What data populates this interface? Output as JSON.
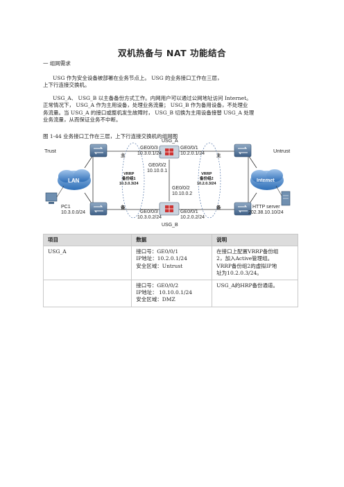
{
  "doc": {
    "title": "双机热备与 NAT 功能结合",
    "section": "一   组网需求",
    "para1": [
      "USG 作为安全设备被部署在业务节点上。 USG 的业务接口工作在三层，",
      "上下行连接交换机。"
    ],
    "para2": [
      "USG_A、 USG_B 以主备备份方式工作。内网用户可以通过公网地址访问 Internet。",
      "正常情况下， USG_A 作为主用设备，处理业务流量； USG_B 作为备用设备，不处理业",
      "务流量。当 USG_A 的接口或整机发生故障时， USG_B 切换为主用设备接替 USG_A 处理",
      "业务流量，从而保证业务不中断。"
    ],
    "caption": "图 1-44 业务接口工作在三层，上下行连接交换机的组网图"
  },
  "diagram": {
    "usg_a": "USG_A",
    "usg_b": "USG_B",
    "trust": "Trust",
    "untrust": "Untrust",
    "lan": "LAN",
    "internet": "Internet",
    "pc1": "PC1",
    "pc1_net": "10.3.0.0/24",
    "http_server": "HTTP server",
    "http_ip": "202.38.10.10/24",
    "a_ge003": "GE0/0/3",
    "a_ge003_ip": "10.3.0.1/24",
    "a_ge001": "GE0/0/1",
    "a_ge001_ip": "10.2.0.1/24",
    "a_ge002": "GE0/0/2",
    "a_ge002_ip": "10.10.0.1",
    "b_ge002": "GE0/0/2",
    "b_ge002_ip": "10.10.0.2",
    "b_ge003": "GE0/0/3",
    "b_ge003_ip": "10.3.0.2/24",
    "b_ge001": "GE0/0/1",
    "b_ge001_ip": "10.2.0.2/24",
    "vrrp1": [
      "VRRP",
      "备份组1",
      "10.3.0.3/24"
    ],
    "vrrp2": [
      "VRRP",
      "备份组2",
      "10.2.0.3/24"
    ],
    "master": "主",
    "backup": "备"
  },
  "table": {
    "headers": [
      "项目",
      "数据",
      "说明"
    ],
    "rows": [
      {
        "item": "USG_A",
        "data": [
          "接口号：GE0/0/1",
          "IP地址：10.2.0.1/24",
          "安全区域：Untrust"
        ],
        "desc": [
          "在接口上配置VRRP备份组",
          "2，加入Active管理组。",
          "VRRP备份组2的虚拟IP地",
          "址为10.2.0.3/24。"
        ]
      },
      {
        "item": "",
        "data": [
          "接口号：GE0/0/2",
          "IP地址： 10.10.0.1/24",
          "安全区域：DMZ"
        ],
        "desc": [
          "USG_A的HRP备份通道。"
        ]
      }
    ]
  }
}
